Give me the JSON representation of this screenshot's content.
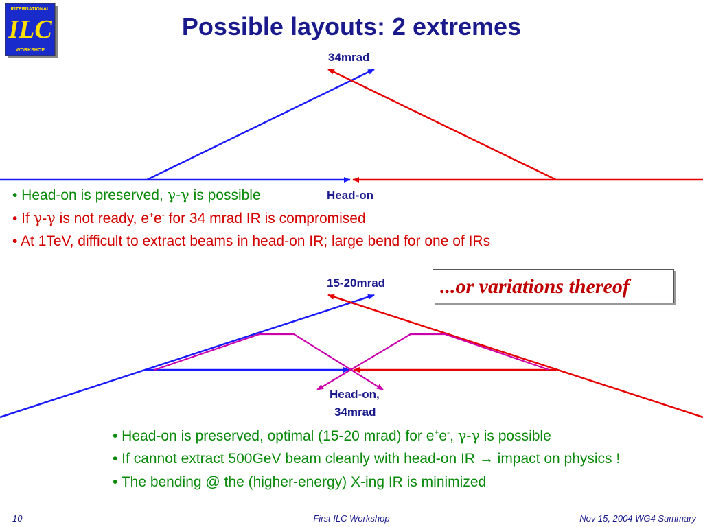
{
  "logo": {
    "top_text": "INTERNATIONAL",
    "main": "ILC",
    "bottom_text": "WORKSHOP"
  },
  "title": "Possible layouts: 2 extremes",
  "diagram1": {
    "angle_label": "34mrad",
    "head_label": "Head-on"
  },
  "bullets1": [
    {
      "prefix": "• Head-on is preserved, ",
      "greek1": "γ",
      "dash": "-",
      "greek2": "γ",
      "suffix": " is possible"
    },
    {
      "prefix": "• If ",
      "greek1": "γ",
      "dash": "-",
      "greek2": "γ",
      "mid": " is not ready, e",
      "sup1": "+",
      "e2": "e",
      "sup2": "-",
      "suffix": " for 34 mrad IR is compromised"
    },
    {
      "text": "• At 1TeV, difficult to extract beams in head-on IR; large bend for one of IRs"
    }
  ],
  "diagram2": {
    "angle_label": "15-20mrad",
    "head_label_1": "Head-on,",
    "head_label_2": "34mrad"
  },
  "callout": "...or variations thereof",
  "bullets2": [
    {
      "prefix": "• Head-on is preserved, optimal (15-20 mrad) for e",
      "sup1": "+",
      "e2": "e",
      "sup2": "-",
      "mid": ", ",
      "greek1": "γ",
      "dash": "-",
      "greek2": "γ",
      "suffix": " is possible"
    },
    {
      "prefix": "• If cannot extract 500GeV beam cleanly with head-on IR ",
      "arrow": "→",
      "suffix": " impact on physics !"
    },
    {
      "text": "• The bending @ the (higher-energy) X-ing IR is minimized"
    }
  ],
  "footer": {
    "page": "10",
    "center": "First ILC Workshop",
    "right": "Nov 15, 2004 WG4 Summary"
  },
  "colors": {
    "blue": "#1a1aff",
    "red": "#e60000",
    "magenta": "#cc00aa",
    "navy": "#1a1a8c",
    "green": "#0a8a0a"
  }
}
